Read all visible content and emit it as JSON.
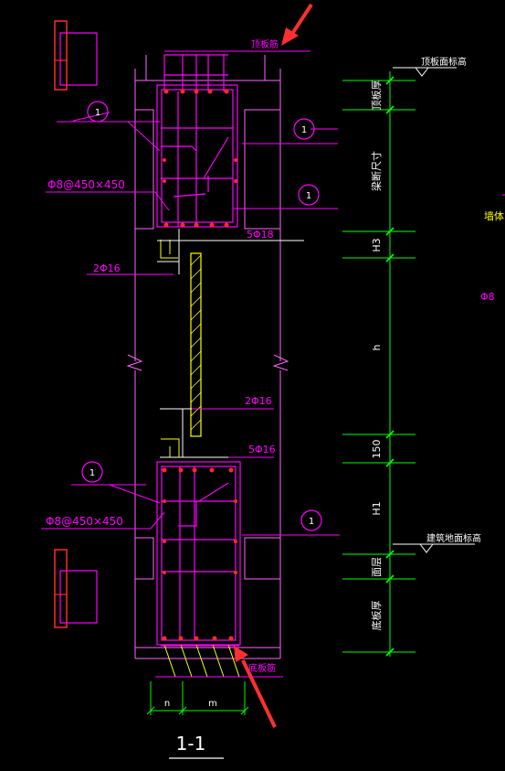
{
  "colors": {
    "background": "#000000",
    "magenta": "#ff00ff",
    "outline": "#ff66ff",
    "yellow": "#ffff00",
    "red": "#ff2a2a",
    "green": "#00ff00",
    "white": "#ffffff",
    "gray": "#c0c0c0",
    "arrow": "#ff3030"
  },
  "labels": {
    "top_plate": "顶板筋",
    "bottom_plate": "底板筋",
    "top_slab_elev": "顶板面标高",
    "ground_elev": "建筑地面标高",
    "rebar_hoop_upper": "Φ8@450×450",
    "rebar_hoop_lower": "Φ8@450×450",
    "rebar_5phi18": "5Φ18",
    "rebar_2phi16_upper": "2Φ16",
    "rebar_2phi16_lower": "2Φ16",
    "rebar_5phi16": "5Φ16",
    "right_cut_1": "墙体",
    "right_cut_2": "Φ8",
    "section_title": "1-1",
    "dim_n": "n",
    "dim_m": "m",
    "circle_marker": "1"
  },
  "dimensions": [
    {
      "text": "顶板厚"
    },
    {
      "text": "梁断尺寸"
    },
    {
      "text": "H3"
    },
    {
      "text": "h"
    },
    {
      "text": "150"
    },
    {
      "text": "H1"
    },
    {
      "text": "面层"
    },
    {
      "text": "底板厚"
    }
  ]
}
